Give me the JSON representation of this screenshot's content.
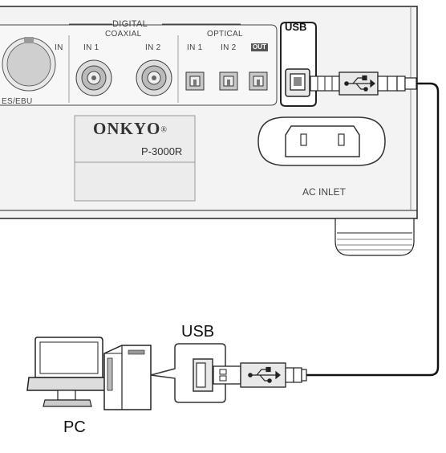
{
  "panel": {
    "digital_label": "DIGITAL",
    "coaxial_label": "COAXIAL",
    "optical_label": "OPTICAL",
    "in_label": "IN",
    "in1_label": "IN 1",
    "in2_label": "IN 2",
    "opt_in1_label": "IN 1",
    "opt_in2_label": "IN 2",
    "out_label": "OUT",
    "aes_label": "ES/EBU",
    "usb_label": "USB",
    "ac_inlet_label": "AC INLET"
  },
  "product": {
    "brand": "ONKYO",
    "brand_mark": "®",
    "model": "P-3000R"
  },
  "pc": {
    "usb_label": "USB",
    "pc_label": "PC"
  },
  "colors": {
    "panel_fill": "#f2f2f2",
    "panel_border": "#333333",
    "jack_gray": "#b8b8b8",
    "connector_gray": "#e6e6e6"
  }
}
